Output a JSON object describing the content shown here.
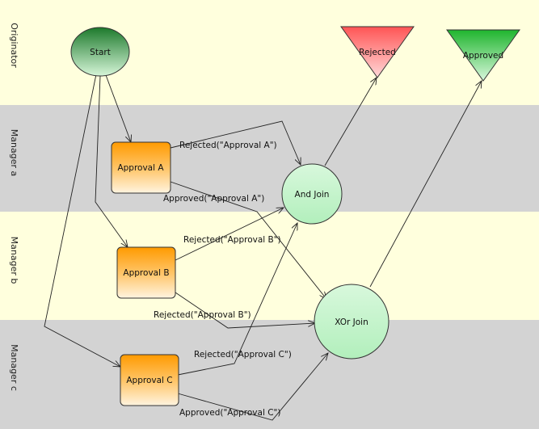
{
  "diagram": {
    "lanes": [
      {
        "id": "originator",
        "label": "Originator",
        "color": "#ffffdd"
      },
      {
        "id": "manager-a",
        "label": "Manager a",
        "color": "#d3d3d3"
      },
      {
        "id": "manager-b",
        "label": "Manager b",
        "color": "#ffffdd"
      },
      {
        "id": "manager-c",
        "label": "Manager c",
        "color": "#d3d3d3"
      }
    ],
    "nodes": {
      "start": {
        "label": "Start",
        "shape": "ellipse",
        "color": "#2e8b3a"
      },
      "approval_a": {
        "label": "Approval A",
        "shape": "box",
        "color": "#ffa31a"
      },
      "approval_b": {
        "label": "Approval B",
        "shape": "box",
        "color": "#ffa31a"
      },
      "approval_c": {
        "label": "Approval C",
        "shape": "box",
        "color": "#ffa31a"
      },
      "and_join": {
        "label": "And Join",
        "shape": "circle",
        "color": "#c8f5cf"
      },
      "xor_join": {
        "label": "XOr Join",
        "shape": "circle",
        "color": "#c8f5cf"
      },
      "rejected": {
        "label": "Rejected",
        "shape": "triangle",
        "color": "#ff6a6a"
      },
      "approved": {
        "label": "Approved",
        "shape": "triangle",
        "color": "#3cc24a"
      }
    },
    "edges": {
      "rejected_a": "Rejected(\"Approval A\")",
      "approved_a": "Approved(\"Approval A\")",
      "rejected_b_and": "Rejected(\"Approval B\")",
      "rejected_b_xor": "Rejected(\"Approval B\")",
      "rejected_c": "Rejected(\"Approval C\")",
      "approved_c": "Approved(\"Approval C\")"
    }
  }
}
